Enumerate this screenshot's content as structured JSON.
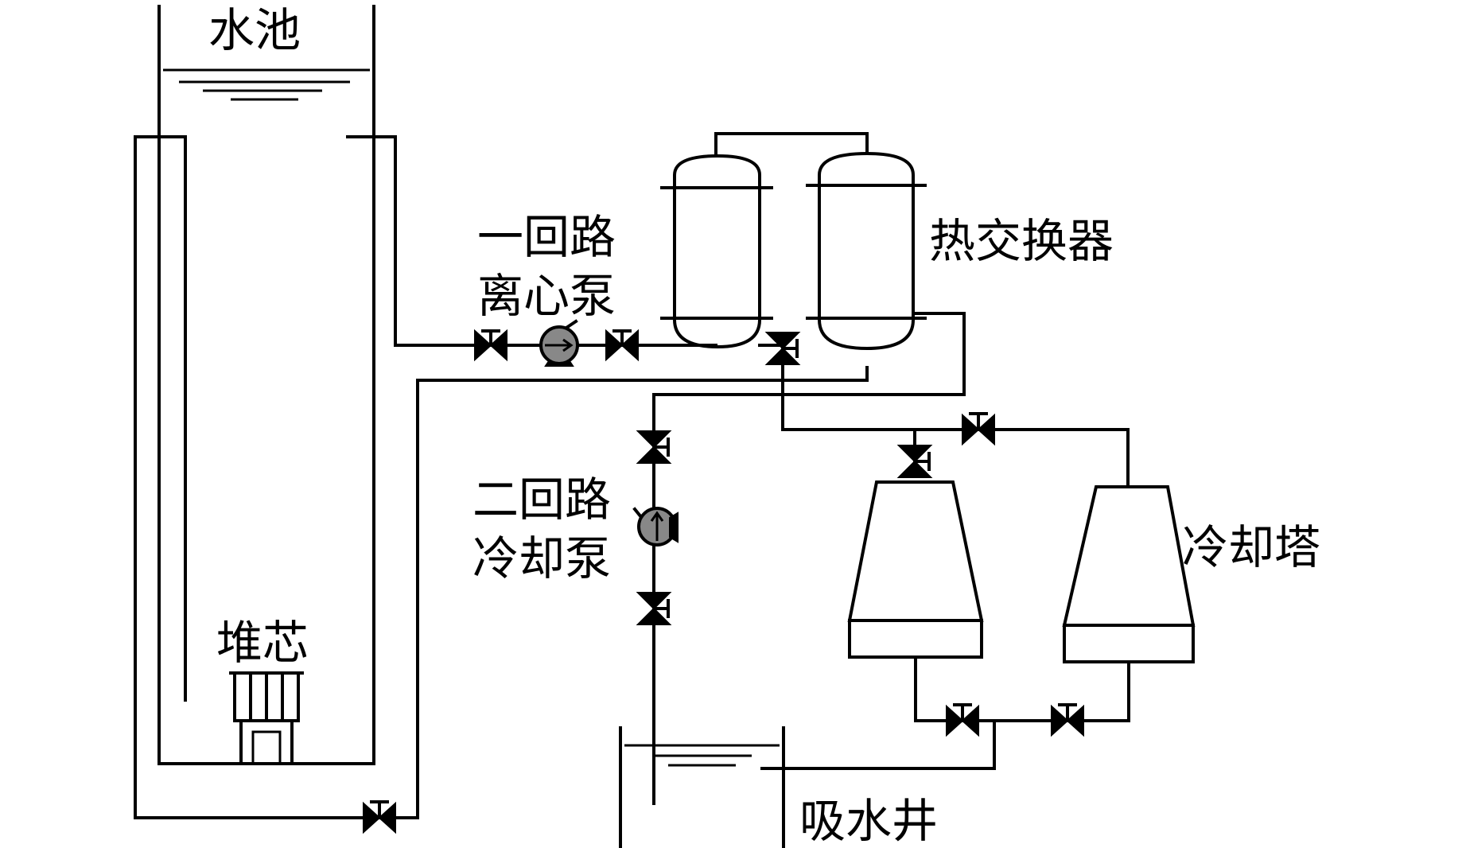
{
  "labels": {
    "pool": "水池",
    "core": "堆芯",
    "primary_pump_line1": "一回路",
    "primary_pump_line2": "离心泵",
    "heat_exchanger": "热交换器",
    "secondary_pump_line1": "二回路",
    "secondary_pump_line2": "冷却泵",
    "cooling_tower": "冷却塔",
    "suction_well": "吸水井"
  },
  "colors": {
    "line": "#000000",
    "pump_fill": "#888888",
    "background": "#ffffff"
  },
  "components": [
    {
      "id": "pool",
      "icon": "open-tank"
    },
    {
      "id": "core",
      "icon": "reactor-core"
    },
    {
      "id": "primary_pump",
      "icon": "centrifugal-pump"
    },
    {
      "id": "heat_exchanger",
      "icon": "pressure-vessel",
      "count": 2
    },
    {
      "id": "secondary_pump",
      "icon": "centrifugal-pump"
    },
    {
      "id": "cooling_tower",
      "icon": "cooling-tower",
      "count": 2
    },
    {
      "id": "suction_well",
      "icon": "open-tank"
    }
  ]
}
